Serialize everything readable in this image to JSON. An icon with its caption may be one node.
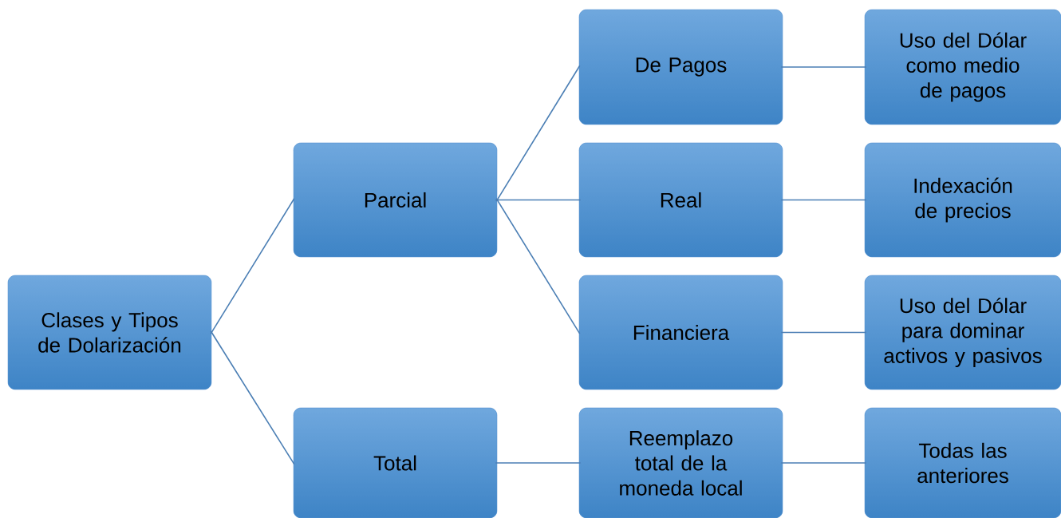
{
  "diagram": {
    "nodes": [
      {
        "text": [
          "Clases y Tipos de Dolarización"
        ]
      },
      {
        "text": [
          "Parcial"
        ]
      },
      {
        "text": [
          "Total"
        ]
      },
      {
        "text": [
          "De Pagos"
        ]
      },
      {
        "text": [
          "Real"
        ]
      },
      {
        "text": [
          "Financiera"
        ]
      },
      {
        "text": [
          "Reemplazo total de la moneda local"
        ]
      },
      {
        "text": [
          "Uso del Dólar como medio de pagos"
        ]
      },
      {
        "text": [
          "Indexación de precios"
        ]
      },
      {
        "text": [
          "Uso del Dólar para dominar activos y pasivos"
        ]
      },
      {
        "text": [
          "Todas las anteriores"
        ]
      }
    ],
    "edges": [
      {
        "from": 0,
        "to": 1,
        "arrow": "none"
      },
      {
        "from": 0,
        "to": 2,
        "arrow": "none"
      },
      {
        "from": 1,
        "to": 3,
        "arrow": "none"
      },
      {
        "from": 1,
        "to": 4,
        "arrow": "none"
      },
      {
        "from": 1,
        "to": 5,
        "arrow": "none"
      },
      {
        "from": 2,
        "to": 6,
        "arrow": "none"
      },
      {
        "from": 3,
        "to": 7,
        "arrow": "none"
      },
      {
        "from": 4,
        "to": 8,
        "arrow": "none"
      },
      {
        "from": 5,
        "to": 9,
        "arrow": "none"
      },
      {
        "from": 6,
        "to": 10,
        "arrow": "none"
      }
    ]
  }
}
